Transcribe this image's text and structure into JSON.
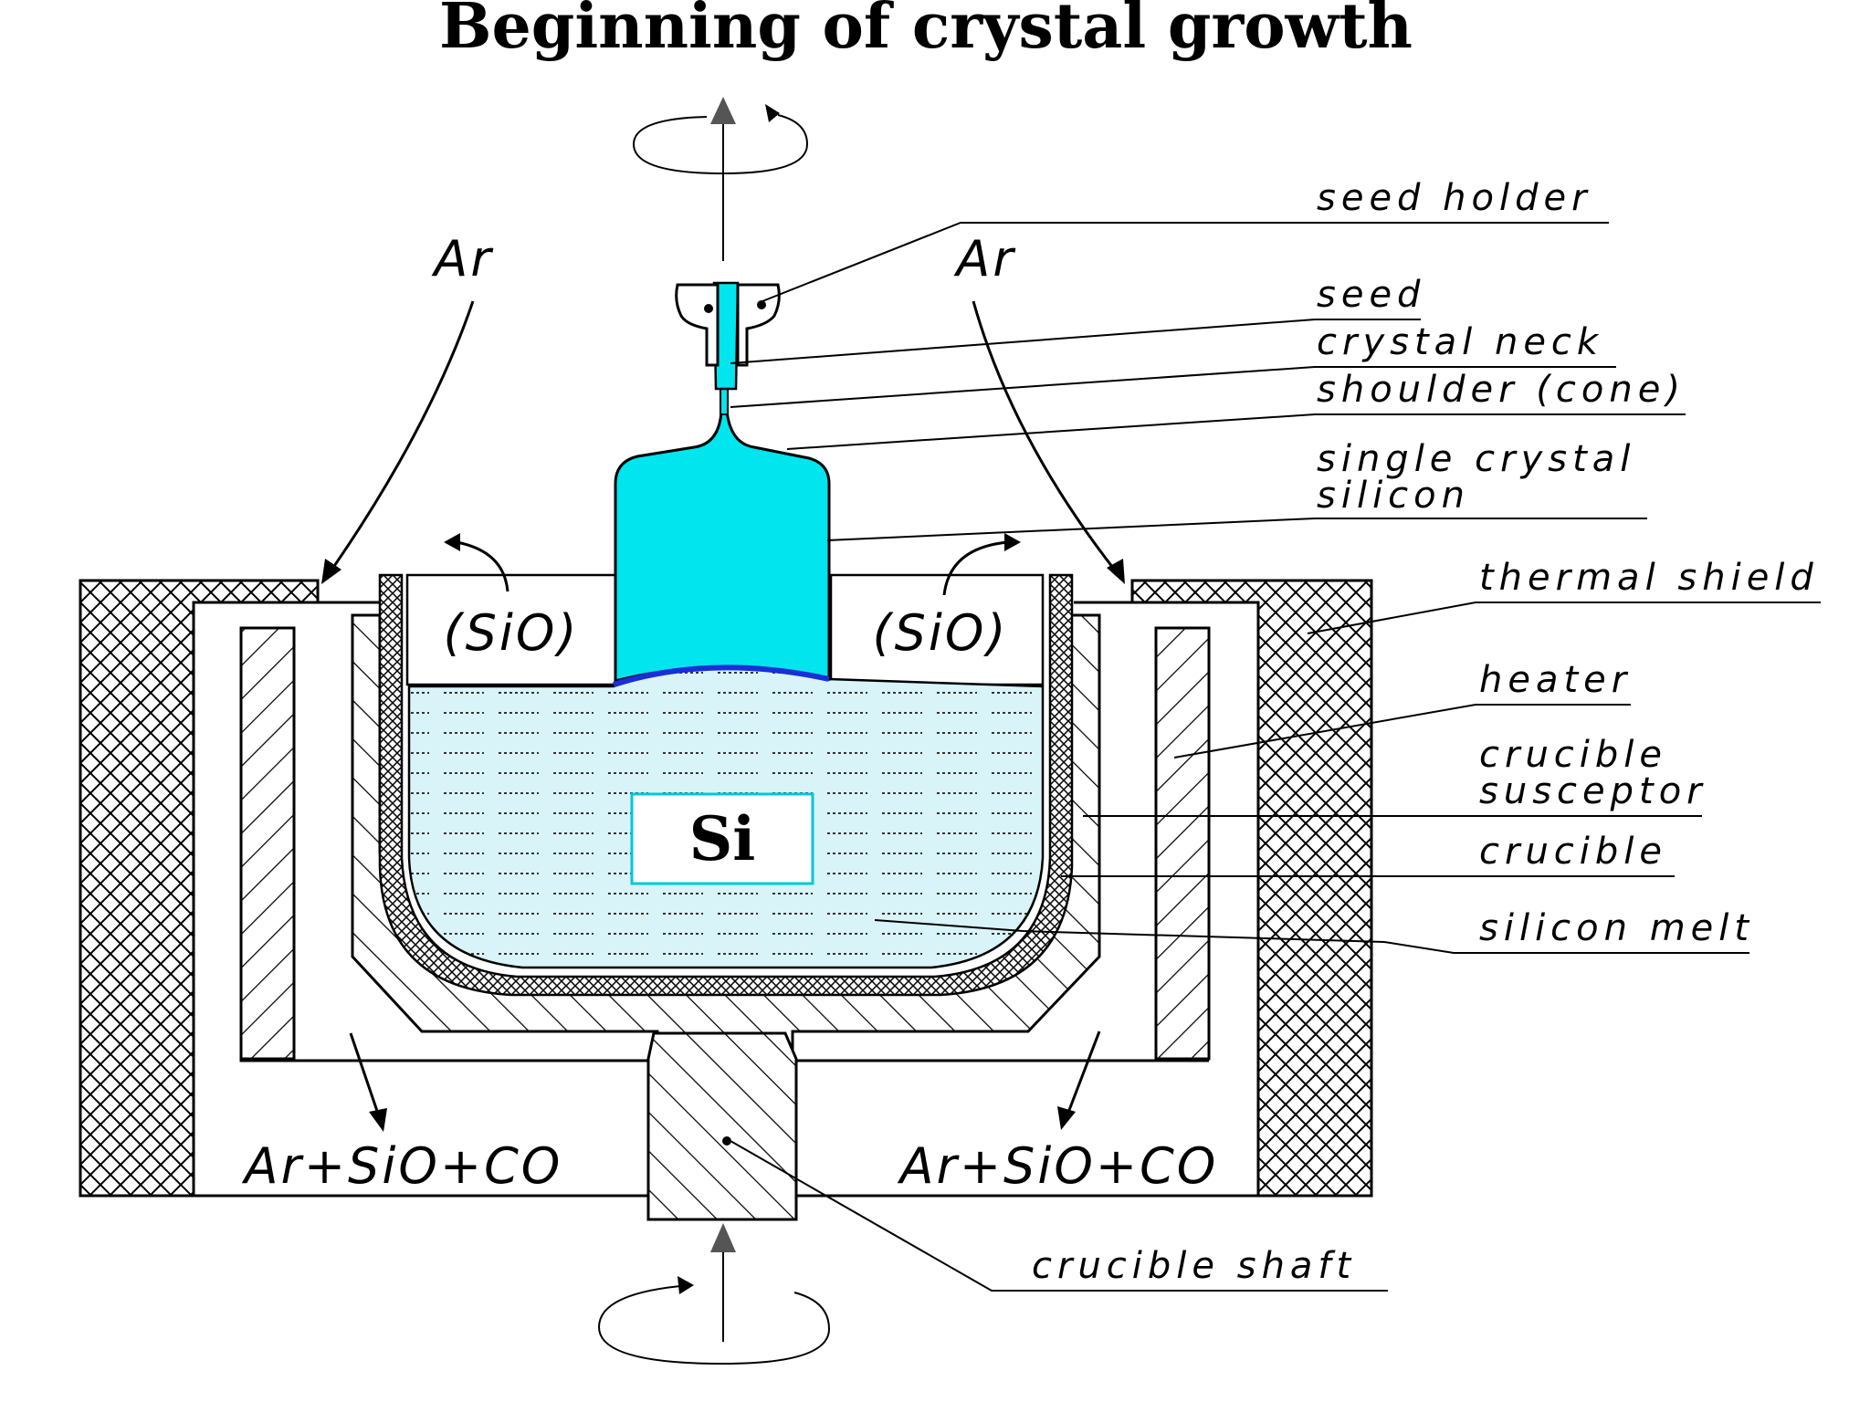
{
  "title": "Beginning of crystal growth",
  "gas_in_left": "Ar",
  "gas_in_right": "Ar",
  "sio_left": "(SiO)",
  "sio_right": "(SiO)",
  "melt_label": "Si",
  "exhaust_left": "Ar+SiO+CO",
  "exhaust_right": "Ar+SiO+CO",
  "labels": {
    "seed_holder": "seed holder",
    "seed": "seed",
    "crystal_neck": "crystal neck",
    "shoulder": "shoulder (cone)",
    "single_crystal_1": "single crystal",
    "single_crystal_2": "silicon",
    "thermal_shield": "thermal shield",
    "heater": "heater",
    "crucible_susceptor_1": "crucible",
    "crucible_susceptor_2": "susceptor",
    "crucible": "crucible",
    "silicon_melt": "silicon melt",
    "crucible_shaft": "crucible shaft"
  },
  "colors": {
    "crystal": "#00e5ee",
    "melt": "#d8f4f8",
    "interface": "#1a2fd6",
    "si_box_border": "#00c8d8"
  }
}
